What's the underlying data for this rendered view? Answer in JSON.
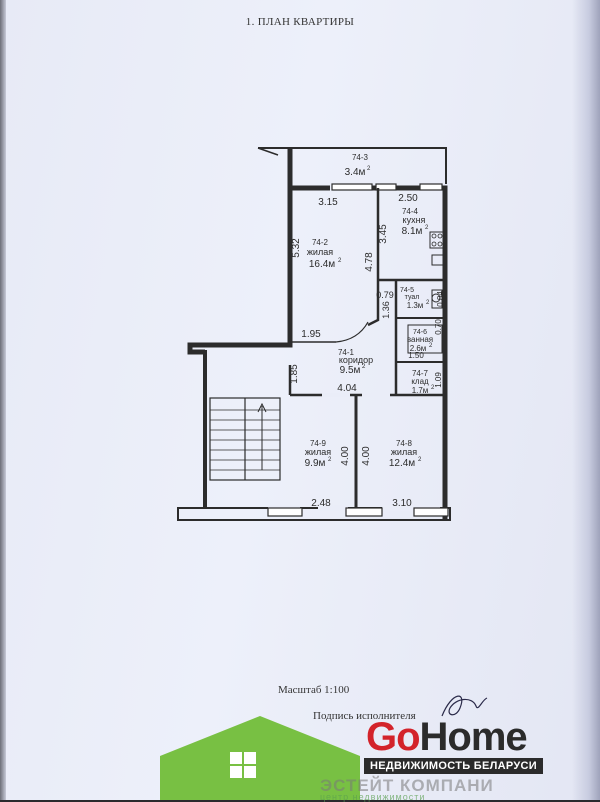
{
  "header": {
    "title": "1. ПЛАН КВАРТИРЫ"
  },
  "rooms": [
    {
      "id": "74-3",
      "name": "",
      "area": "3.4м"
    },
    {
      "id": "74-4",
      "name": "кухня",
      "area": "8.1м"
    },
    {
      "id": "74-2",
      "name": "жилая",
      "area": "16.4м"
    },
    {
      "id": "74-5",
      "name": "туал",
      "area": "1.3м"
    },
    {
      "id": "74-6",
      "name": "ванная",
      "area": "2.6м"
    },
    {
      "id": "74-1",
      "name": "коридор",
      "area": "9.5м"
    },
    {
      "id": "74-7",
      "name": "клад",
      "area": "1.7м"
    },
    {
      "id": "74-9",
      "name": "жилая",
      "area": "9.9м"
    },
    {
      "id": "74-8",
      "name": "жилая",
      "area": "12.4м"
    }
  ],
  "area_unit_exponent": "2",
  "dimensions": [
    "2.50",
    "3.15",
    "3.45",
    "4.78",
    "5.32",
    "0.79",
    "1.36",
    "0.84",
    "1.95",
    "0.70",
    "1.50",
    "1.85",
    "1.09",
    "4.04",
    "4.00",
    "4.00",
    "2.48",
    "3.10"
  ],
  "footer": {
    "scale": "Масштаб 1:100",
    "signature_label": "Подпись исполнителя"
  },
  "branding": {
    "logo_go": "Go",
    "logo_home": "Home",
    "tagline": "НЕДВИЖИМОСТЬ БЕЛАРУСИ",
    "watermark_line1": "ЭСТЕЙТ КОМПАНИ",
    "watermark_line2": "центр недвижимости",
    "colors": {
      "house_green": "#78c043",
      "go_red": "#d3232a",
      "dark": "#2b2b2b"
    }
  }
}
